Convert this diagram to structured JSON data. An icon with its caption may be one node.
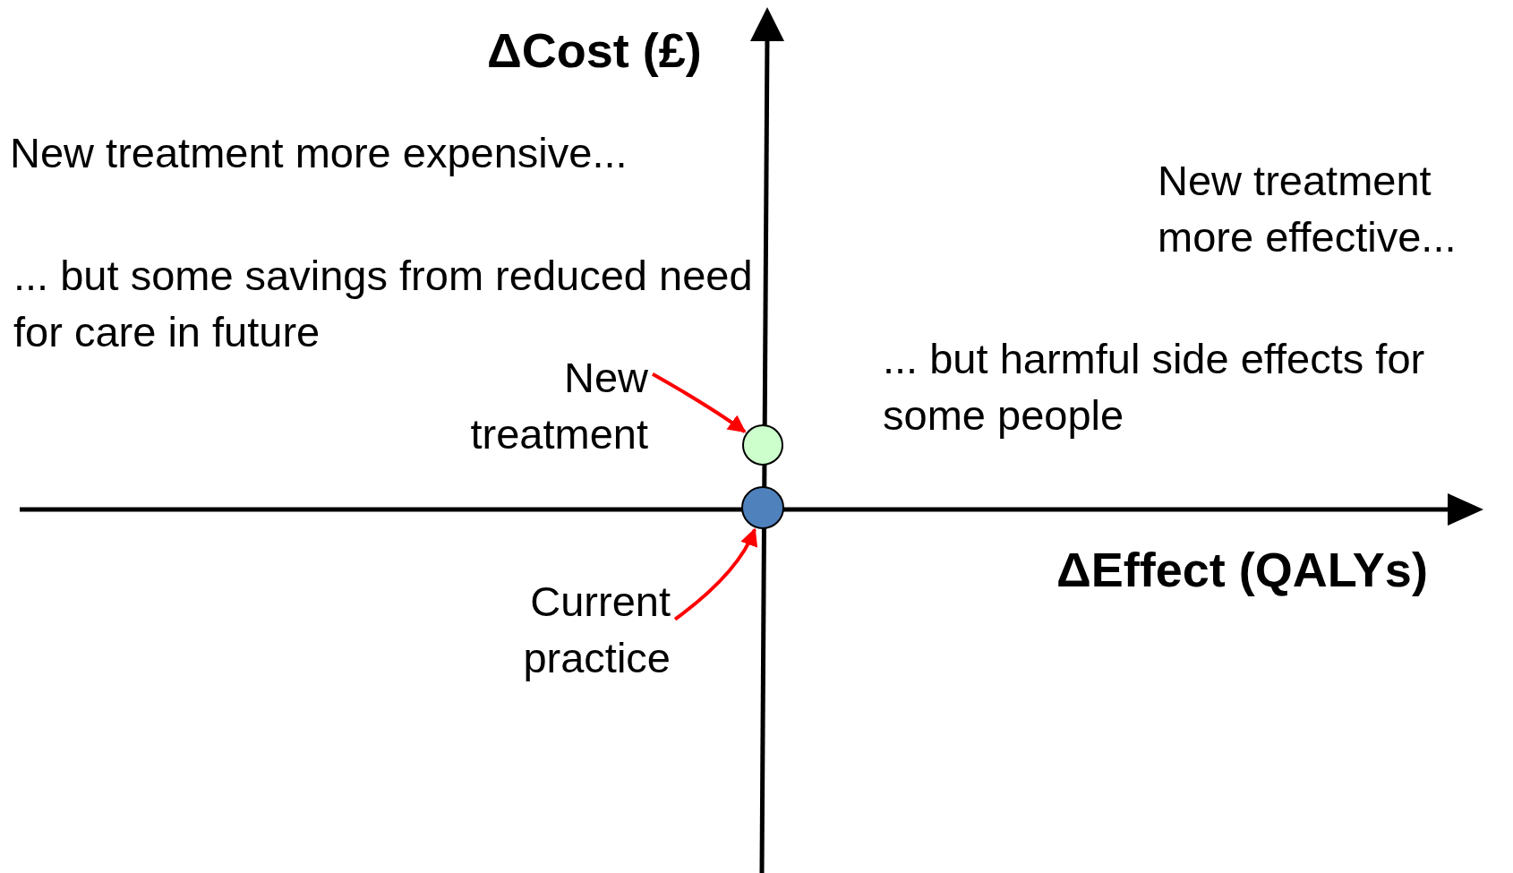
{
  "diagram": {
    "nodes": [
      {
        "text": [
          "New treatment"
        ]
      },
      {
        "text": [],
        "shape": "circle"
      },
      {
        "text": [],
        "shape": "circle"
      },
      {
        "text": [
          "Current practice"
        ]
      }
    ],
    "edges": [
      {
        "from": 0,
        "to": 1,
        "arrow": "to"
      },
      {
        "from": 3,
        "to": 2,
        "arrow": "to"
      }
    ],
    "labels": [
      "ΔCost (£)",
      "New treatment more expensive...",
      "New treatment more effective...",
      "... but some savings from reduced need for care in future",
      "... but harmful side effects for some people",
      "ΔEffect (QALYs)"
    ]
  }
}
